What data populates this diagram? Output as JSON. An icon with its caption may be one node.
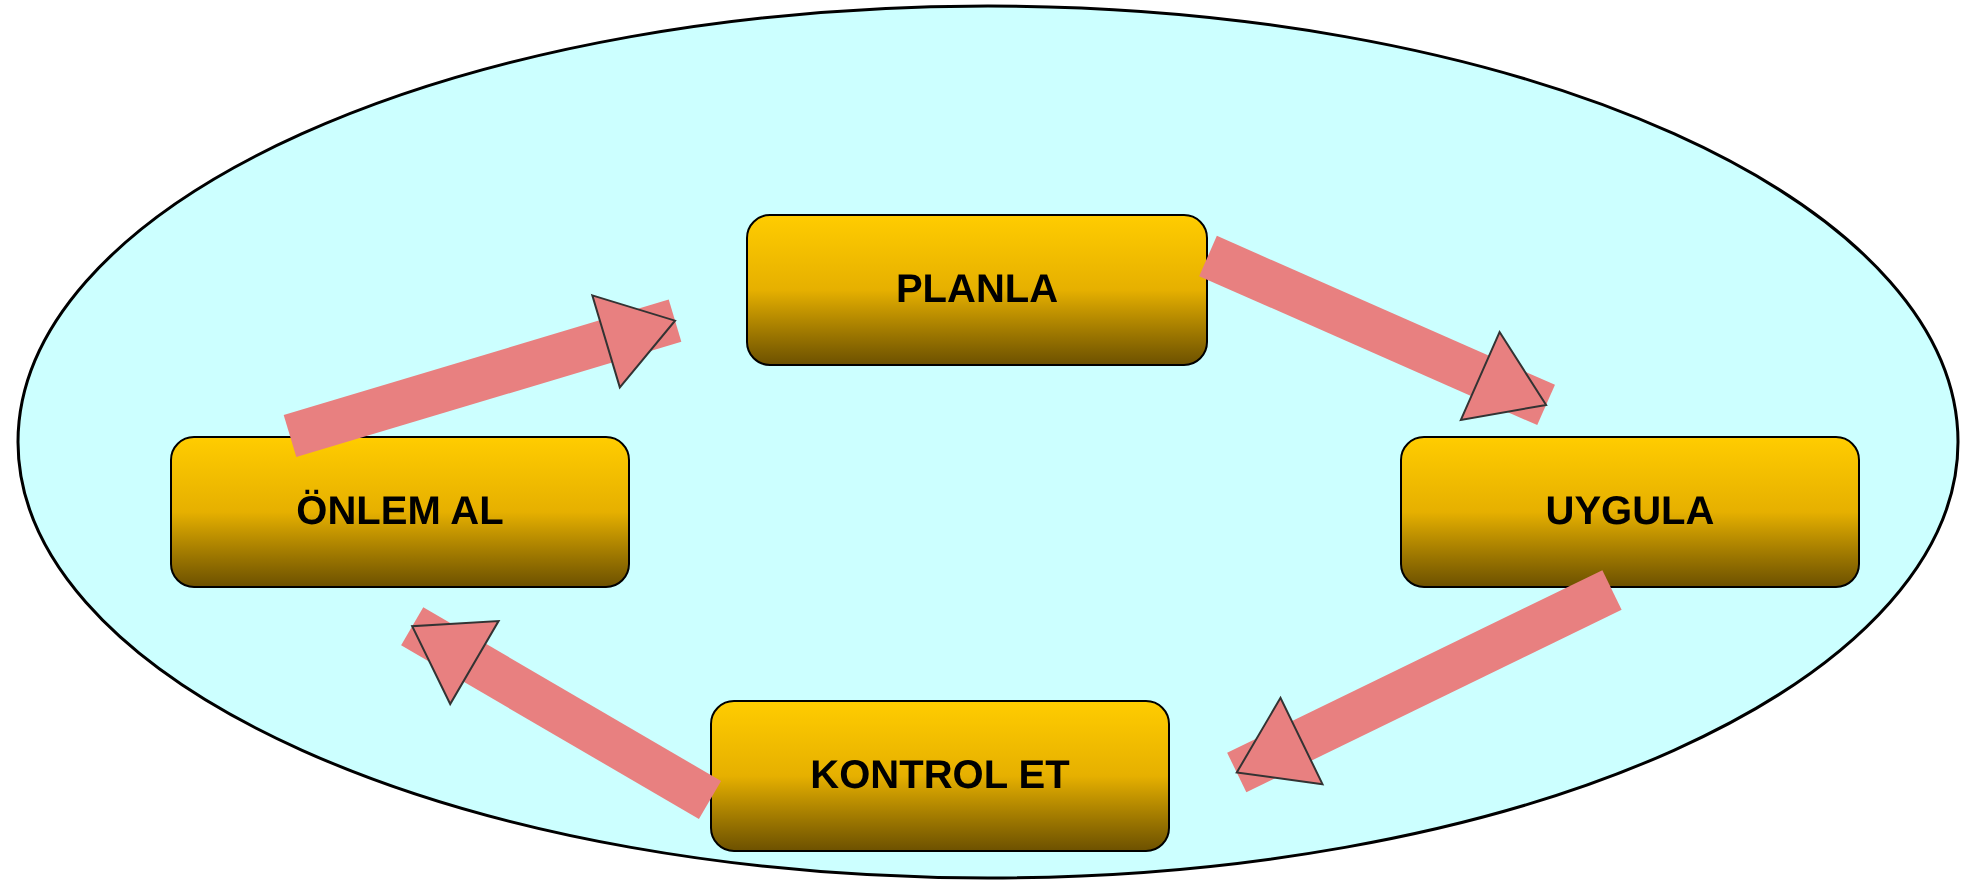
{
  "diagram": {
    "nodes": [
      {
        "text": [
          "PLANLA"
        ]
      },
      {
        "text": [
          "UYGULA"
        ]
      },
      {
        "text": [
          "KONTROL ET"
        ]
      },
      {
        "text": [
          "ÖNLEM AL"
        ]
      }
    ],
    "edges": [
      {
        "from": 0,
        "to": 1,
        "arrow": "to"
      },
      {
        "from": 1,
        "to": 2,
        "arrow": "to"
      },
      {
        "from": 2,
        "to": 3,
        "arrow": "to"
      },
      {
        "from": 3,
        "to": 0,
        "arrow": "to"
      }
    ]
  }
}
